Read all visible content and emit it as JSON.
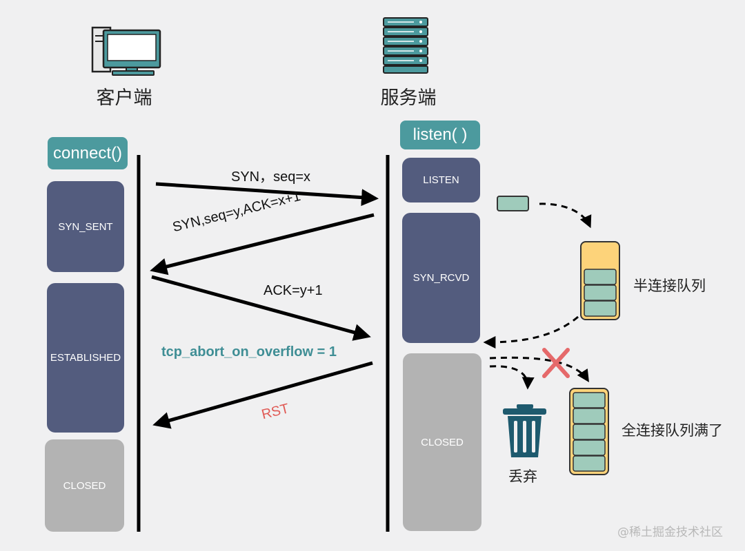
{
  "client": {
    "title": "客户端",
    "call": "connect()"
  },
  "server": {
    "title": "服务端",
    "call": "listen( )"
  },
  "client_states": [
    "SYN_SENT",
    "ESTABLISHED",
    "CLOSED"
  ],
  "server_states": [
    "LISTEN",
    "SYN_RCVD",
    "CLOSED"
  ],
  "messages": {
    "syn": "SYN，seq=x",
    "synack": "SYN,seq=y,ACK=x+1",
    "ack": "ACK=y+1",
    "abort": "tcp_abort_on_overflow = 1",
    "rst": "RST"
  },
  "queues": {
    "half": "半连接队列",
    "full": "全连接队列满了",
    "discard": "丢弃"
  },
  "watermark": "@稀土掘金技术社区",
  "colors": {
    "teal": "#4c9a9e",
    "state_dark": "#535c7e",
    "state_grey": "#b3b3b3",
    "queue_fill": "#fdd37a",
    "queue_item": "#9fcbbb",
    "rst_red": "#e05a55"
  },
  "icons": [
    "desktop-computer-icon",
    "server-rack-icon",
    "trash-bin-icon",
    "red-cross-icon"
  ]
}
